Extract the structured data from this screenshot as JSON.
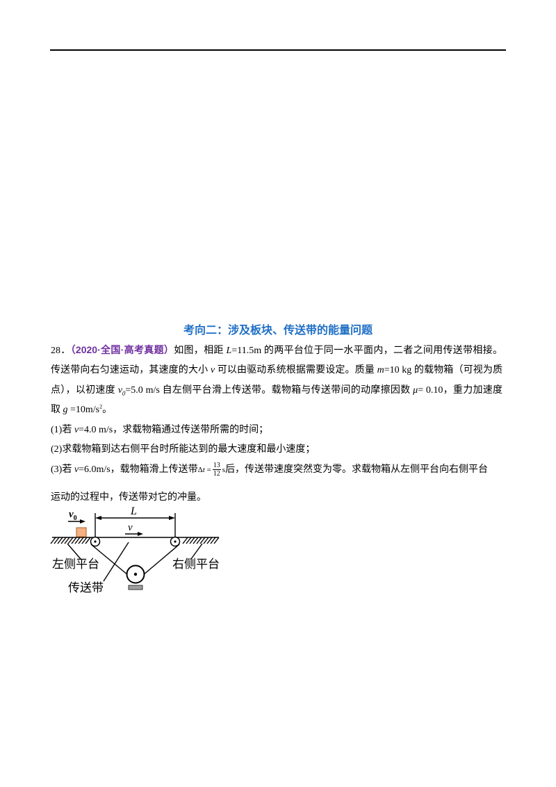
{
  "section_title": "考向二：涉及板块、传送带的能量问题",
  "problem": {
    "number": "28．",
    "source": "（2020·全国·高考真题）",
    "line1": {
      "a": "如图，相距 ",
      "L": "L",
      "b": "=11.5m 的两平台位于同一水平面内，二者之间用传送带相接。"
    },
    "line2": {
      "a": "传送带向右匀速运动，其速度的大小 ",
      "v": "v",
      "b": " 可以由驱动系统根据需要设定。质量 ",
      "m": "m",
      "c": "=10 kg 的载物箱（可视为质"
    },
    "line3": {
      "a": "点），以初速度 ",
      "v": "v",
      "sub": "0",
      "b": "=5.0 m/s 自左侧平台滑上传送带。载物箱与传送带间的动摩擦因数 ",
      "mu": "μ",
      "c": "= 0.10，重力加速度"
    },
    "line4": {
      "a": "取 ",
      "g": "g",
      "b": " =10m/s",
      "sup": "2",
      "c": "。"
    },
    "q1": {
      "a": "(1)若 ",
      "v": "v",
      "b": "=4.0 m/s，求载物箱通过传送带所需的时间；"
    },
    "q2": {
      "a": "(2)求载物箱到达右侧平台时所能达到的最大速度和最小速度；"
    },
    "q3": {
      "a": "(3)若 ",
      "v": "v",
      "b": "=6.0m/s，载物箱滑上传送带",
      "delta": "Δ",
      "t": "t",
      "eq": " =",
      "num": "13",
      "den": "12",
      "unit": "s",
      "c": "后，传送带速度突然变为零。求载物箱从左侧平台向右侧平台"
    },
    "q3_cont": "运动的过程中，传送带对它的冲量。"
  },
  "figure": {
    "v0_var": "v",
    "v0_sub": "0",
    "L": "L",
    "v": "v",
    "left_platform": "左侧平台",
    "right_platform": "右侧平台",
    "belt": "传送带",
    "box_fill": "#F4B183"
  },
  "colors": {
    "title": "#1F6FC5",
    "source": "#7030A0"
  }
}
